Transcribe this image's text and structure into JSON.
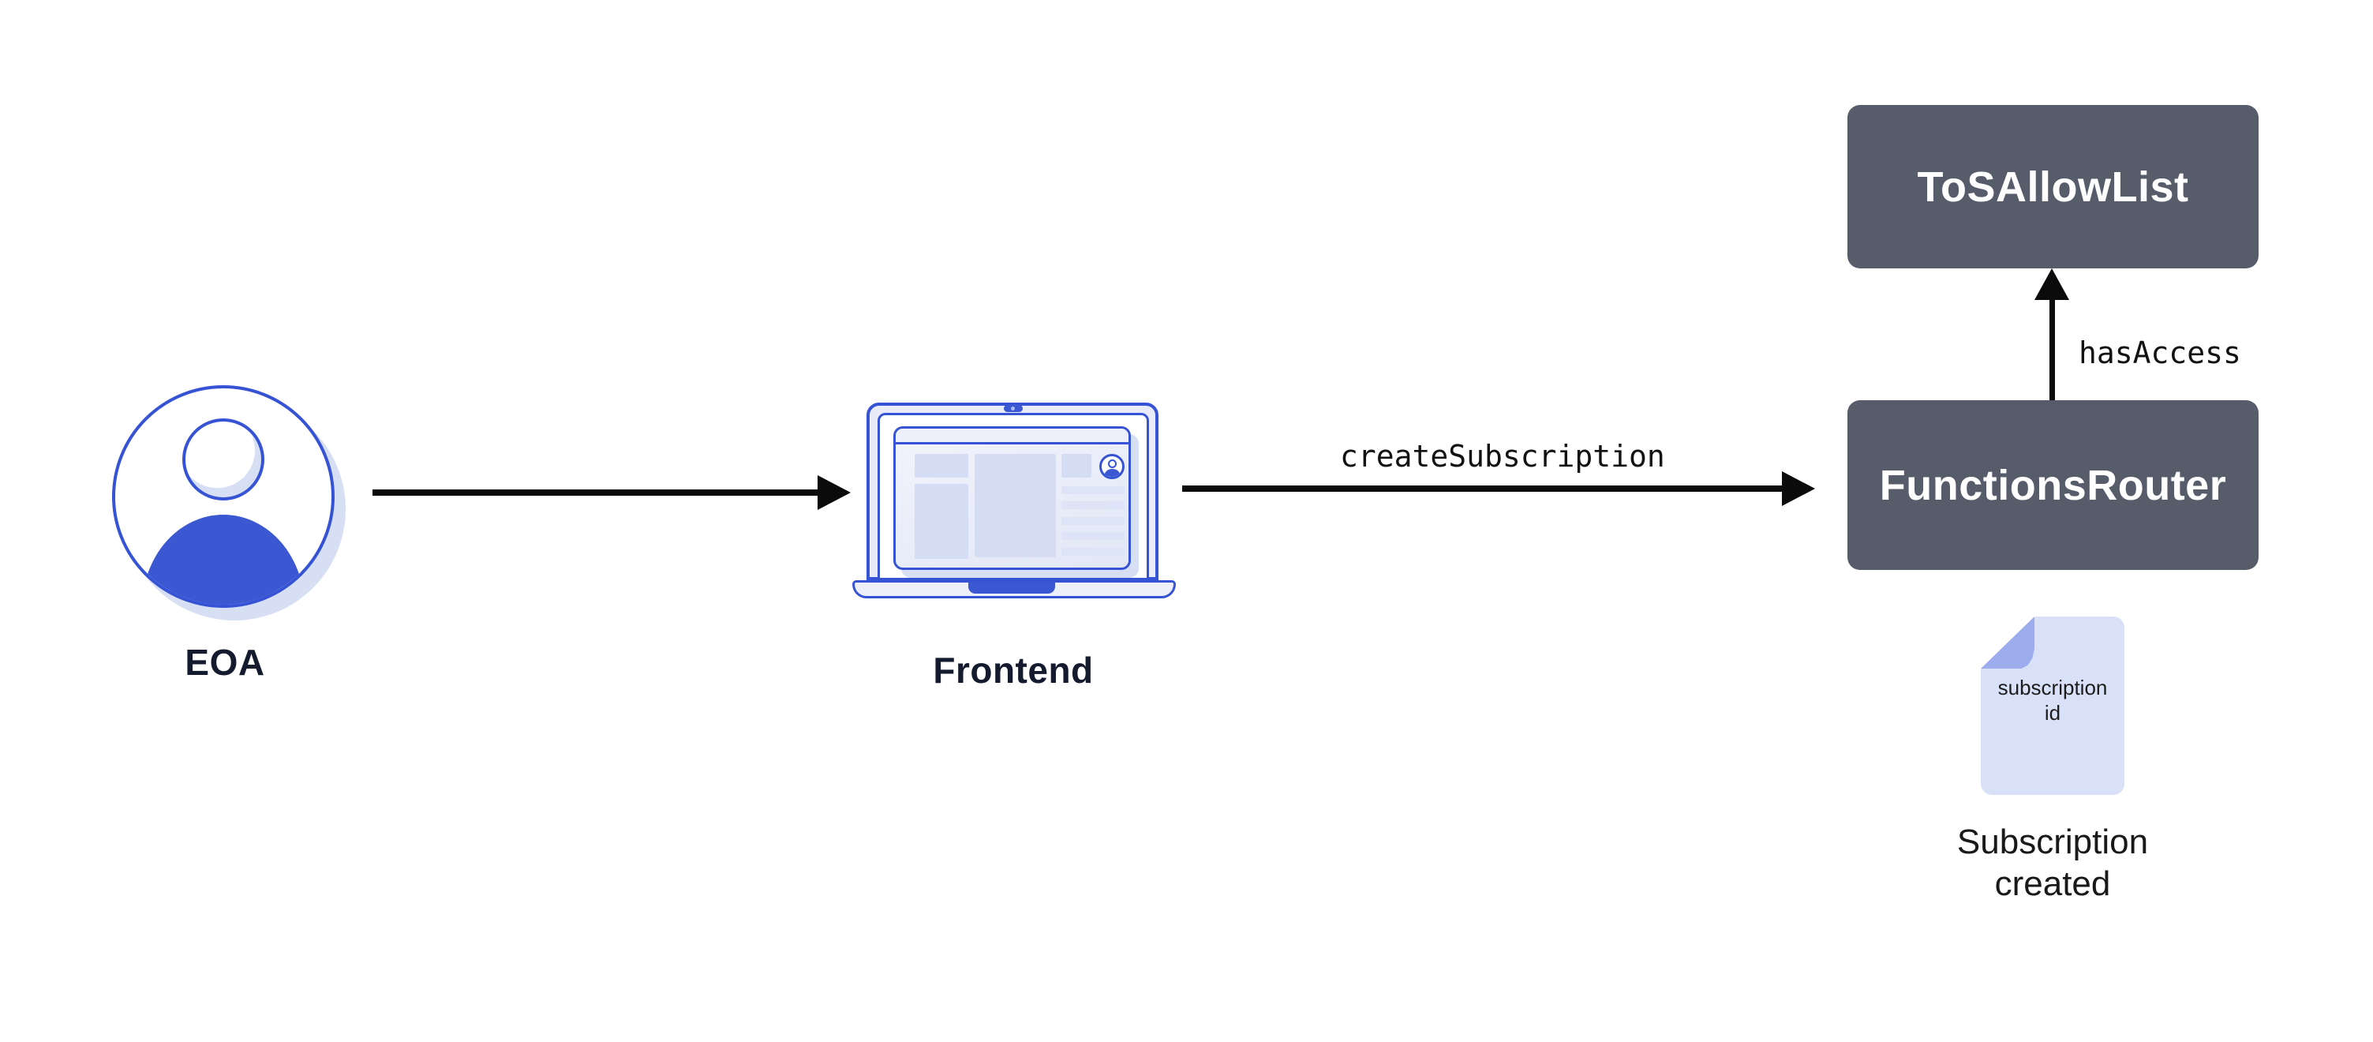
{
  "nodes": {
    "eoa": {
      "label": "EOA",
      "icon": "user-avatar-icon"
    },
    "frontend": {
      "label": "Frontend",
      "icon": "laptop-icon"
    },
    "functions_router": {
      "label": "FunctionsRouter"
    },
    "tos_allow_list": {
      "label": "ToSAllowList"
    },
    "subscription_doc": {
      "icon": "document-icon",
      "doc_text_line1": "subscription",
      "doc_text_line2": "id",
      "caption_line1": "Subscription",
      "caption_line2": "created"
    }
  },
  "edges": {
    "eoa_to_frontend": {
      "label": ""
    },
    "frontend_to_functions_router": {
      "label": "createSubscription"
    },
    "functions_router_to_tos_allow_list": {
      "label": "hasAccess"
    }
  },
  "colors": {
    "contract_box": "#565C6A",
    "box_text": "#FFFFFF",
    "accent_blue": "#3B57D2",
    "stroke_blue": "#3553D4",
    "shadow_blue": "#D7DFF5",
    "doc_fill": "#D9E1F8",
    "doc_fold": "#9CACEC",
    "label_navy": "#151B2F",
    "arrow_black": "#0B0B0B"
  }
}
